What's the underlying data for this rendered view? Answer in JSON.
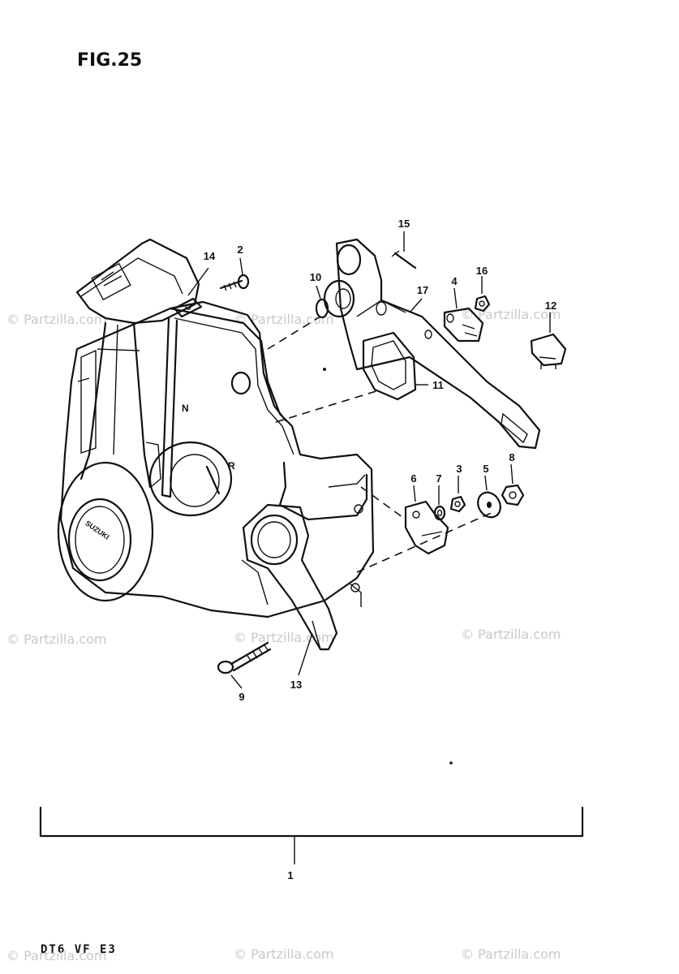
{
  "figure": {
    "title": "FIG.25",
    "model_code": "DT6  VF  E3"
  },
  "watermarks": {
    "text": "© Partzilla.com"
  },
  "callouts": [
    "1",
    "2",
    "3",
    "4",
    "5",
    "6",
    "7",
    "8",
    "9",
    "10",
    "11",
    "12",
    "13",
    "14",
    "15",
    "16",
    "17"
  ],
  "assembly_bracket_label": "1",
  "drawn_markings": {
    "cover_emblem": "SUZUKI",
    "shift_marks": [
      "N",
      "R"
    ]
  }
}
